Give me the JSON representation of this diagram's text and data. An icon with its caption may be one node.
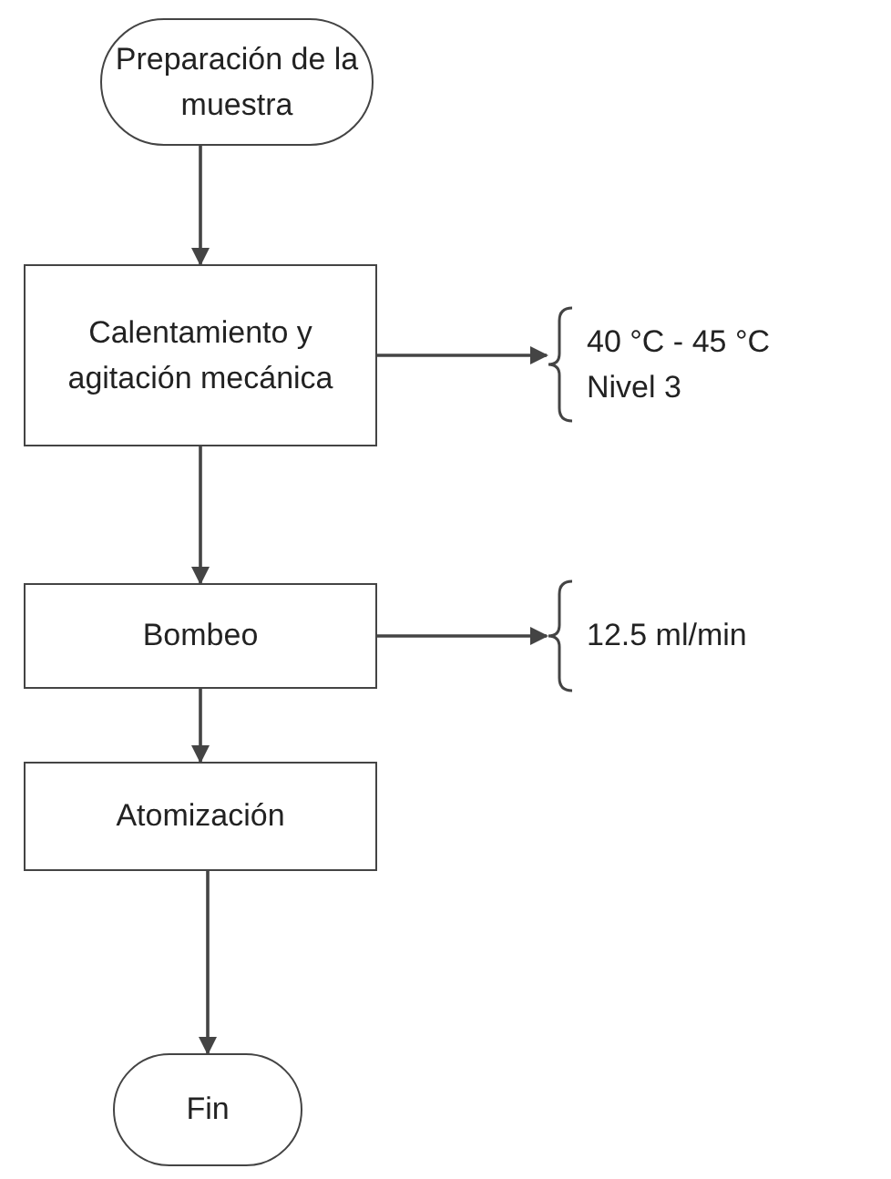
{
  "diagram": {
    "nodes": [
      {
        "text": [
          "Preparación de la muestra"
        ]
      },
      {
        "text": [
          "Calentamiento y agitación mecánica"
        ]
      },
      {
        "text": [
          "40 °C - 45 °C",
          "Nivel 3"
        ]
      },
      {
        "text": [
          "Bombeo"
        ]
      },
      {
        "text": [
          "12.5 ml/min"
        ]
      },
      {
        "text": [
          "Atomización"
        ]
      },
      {
        "text": [
          "Fin"
        ]
      }
    ],
    "edges": [
      {
        "from": 0,
        "to": 1,
        "arrow": "to"
      },
      {
        "from": 1,
        "to": 2,
        "arrow": "to"
      },
      {
        "from": 1,
        "to": 3,
        "arrow": "to"
      },
      {
        "from": 3,
        "to": 4,
        "arrow": "to"
      },
      {
        "from": 3,
        "to": 5,
        "arrow": "to"
      },
      {
        "from": 5,
        "to": 6,
        "arrow": "to"
      }
    ]
  }
}
